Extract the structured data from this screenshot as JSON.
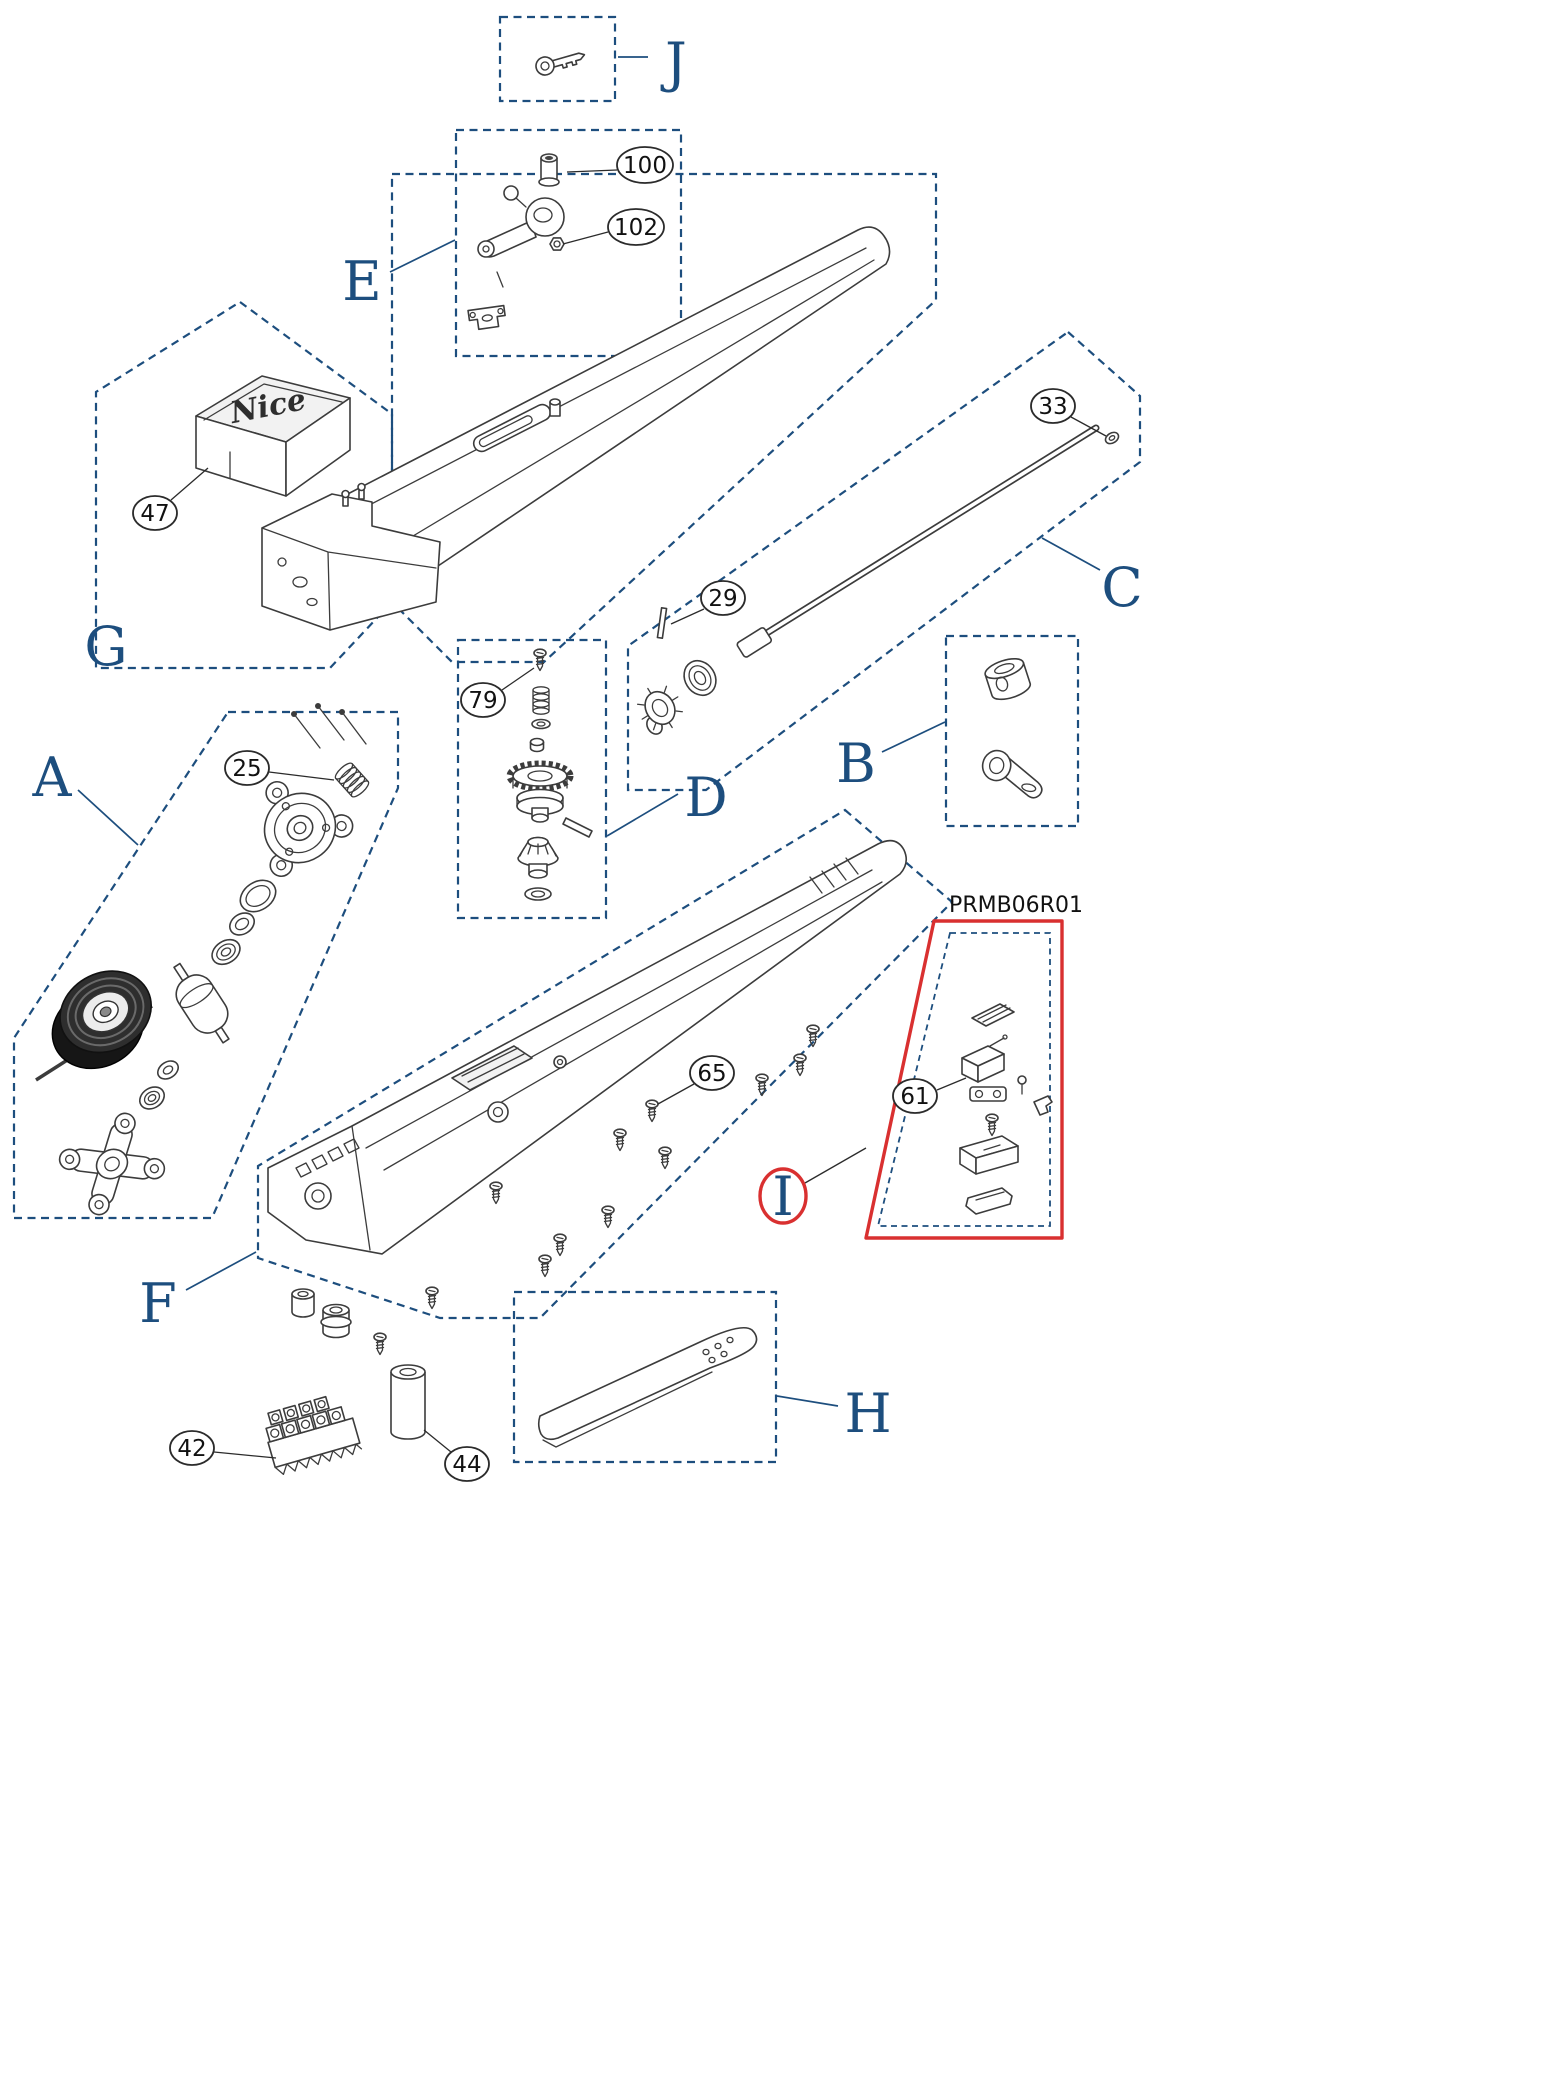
{
  "colors": {
    "navy": "#1d4e7e",
    "red": "#d93030",
    "ink": "#333333",
    "paper": "#ffffff"
  },
  "diagram": {
    "part_code": "PRMB06R01",
    "brand_text": "Nice",
    "section_labels": {
      "A": "A",
      "B": "B",
      "C": "C",
      "D": "D",
      "E": "E",
      "F": "F",
      "G": "G",
      "H": "H",
      "I": "I",
      "J": "J"
    },
    "callouts": {
      "c25": "25",
      "c29": "29",
      "c33": "33",
      "c42": "42",
      "c44": "44",
      "c47": "47",
      "c61": "61",
      "c65": "65",
      "c79": "79",
      "c100": "100",
      "c102": "102"
    }
  }
}
